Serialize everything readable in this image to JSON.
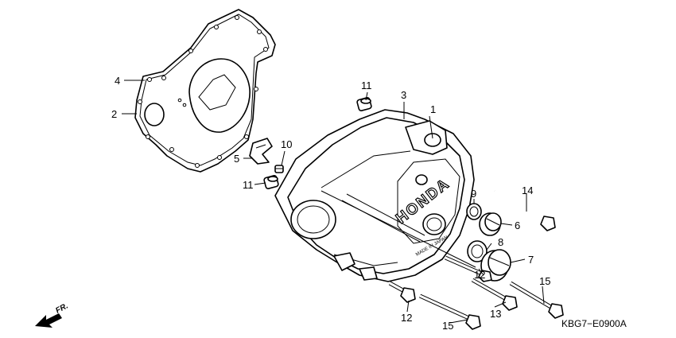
{
  "diagram": {
    "code": "KBG7−E0900A",
    "brand": "HONDA",
    "cast_text": "MADE IN JAPAN",
    "direction": "FR.",
    "callouts": [
      {
        "id": "c1",
        "text": "1"
      },
      {
        "id": "c2",
        "text": "2"
      },
      {
        "id": "c3",
        "text": "3"
      },
      {
        "id": "c4",
        "text": "4"
      },
      {
        "id": "c5",
        "text": "5"
      },
      {
        "id": "c6",
        "text": "6"
      },
      {
        "id": "c7",
        "text": "7"
      },
      {
        "id": "c8",
        "text": "8"
      },
      {
        "id": "c9",
        "text": "9"
      },
      {
        "id": "c10",
        "text": "10"
      },
      {
        "id": "c11a",
        "text": "11"
      },
      {
        "id": "c11b",
        "text": "11"
      },
      {
        "id": "c12a",
        "text": "12"
      },
      {
        "id": "c12b",
        "text": "12"
      },
      {
        "id": "c13",
        "text": "13"
      },
      {
        "id": "c14",
        "text": "14"
      },
      {
        "id": "c15a",
        "text": "15"
      },
      {
        "id": "c15b",
        "text": "15"
      }
    ]
  }
}
